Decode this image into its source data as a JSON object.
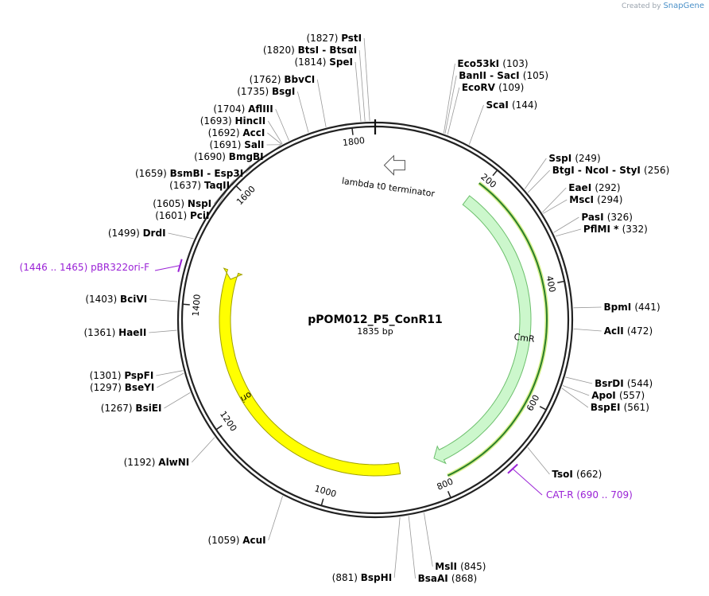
{
  "credit": {
    "prefix": "Created by",
    "brand": "SnapGene"
  },
  "plasmid": {
    "name": "pPOM012_P5_ConR11",
    "length_label": "1835 bp",
    "length": 1835
  },
  "ticks": [
    {
      "pos": 200,
      "label": "200"
    },
    {
      "pos": 400,
      "label": "400"
    },
    {
      "pos": 600,
      "label": "600"
    },
    {
      "pos": 800,
      "label": "800"
    },
    {
      "pos": 1000,
      "label": "1000"
    },
    {
      "pos": 1200,
      "label": "1200"
    },
    {
      "pos": 1400,
      "label": "1400"
    },
    {
      "pos": 1600,
      "label": "1600"
    },
    {
      "pos": 1800,
      "label": "1800"
    }
  ],
  "features": [
    {
      "name": "CmR",
      "start": 190,
      "end": 800,
      "direction": "forward",
      "color": "#ccf7cc"
    },
    {
      "name": "ori",
      "start": 870,
      "end": 1456,
      "direction": "reverse",
      "color": "#ffff00"
    },
    {
      "name": "lambda t0 terminator",
      "start": 40,
      "end": 5,
      "direction": "reverse",
      "color": "#ffffff"
    }
  ],
  "orfs": [
    {
      "start": 190,
      "end": 790,
      "color": "#2a7d2a"
    }
  ],
  "sites": [
    {
      "pos": 1827,
      "number": "(1827)",
      "name": "PstI",
      "side": "left"
    },
    {
      "pos": 1820,
      "number": "(1820)",
      "name": "BtsI  -  BtsαI",
      "side": "left"
    },
    {
      "pos": 1814,
      "number": "(1814)",
      "name": "SpeI",
      "side": "left"
    },
    {
      "pos": 1762,
      "number": "(1762)",
      "name": "BbvCI",
      "side": "left"
    },
    {
      "pos": 1735,
      "number": "(1735)",
      "name": "BsgI",
      "side": "left"
    },
    {
      "pos": 1704,
      "number": "(1704)",
      "name": "AflIII",
      "side": "left"
    },
    {
      "pos": 1693,
      "number": "(1693)",
      "name": "HincII",
      "side": "left"
    },
    {
      "pos": 1692,
      "number": "(1692)",
      "name": "AccI",
      "side": "left"
    },
    {
      "pos": 1691,
      "number": "(1691)",
      "name": "SalI",
      "side": "left"
    },
    {
      "pos": 1690,
      "number": "(1690)",
      "name": "BmgBI",
      "side": "left"
    },
    {
      "pos": 1659,
      "number": "(1659)",
      "name": "BsmBI  -  Esp3I",
      "side": "left"
    },
    {
      "pos": 1637,
      "number": "(1637)",
      "name": "TaqII",
      "side": "left"
    },
    {
      "pos": 1605,
      "number": "(1605)",
      "name": "NspI",
      "side": "left"
    },
    {
      "pos": 1601,
      "number": "(1601)",
      "name": "PciI",
      "side": "left"
    },
    {
      "pos": 1499,
      "number": "(1499)",
      "name": "DrdI",
      "side": "left"
    },
    {
      "pos": 1403,
      "number": "(1403)",
      "name": "BciVI",
      "side": "left"
    },
    {
      "pos": 1361,
      "number": "(1361)",
      "name": "HaeII",
      "side": "left"
    },
    {
      "pos": 1301,
      "number": "(1301)",
      "name": "PspFI",
      "side": "left"
    },
    {
      "pos": 1297,
      "number": "(1297)",
      "name": "BseYI",
      "side": "left"
    },
    {
      "pos": 1267,
      "number": "(1267)",
      "name": "BsiEI",
      "side": "left"
    },
    {
      "pos": 1192,
      "number": "(1192)",
      "name": "AlwNI",
      "side": "left"
    },
    {
      "pos": 1059,
      "number": "(1059)",
      "name": "AcuI",
      "side": "left"
    },
    {
      "pos": 881,
      "number": "(881)",
      "name": "BspHI",
      "side": "left"
    },
    {
      "pos": 103,
      "number": "(103)",
      "name": "Eco53kI",
      "side": "right"
    },
    {
      "pos": 105,
      "number": "(105)",
      "name": "BanII  -  SacI",
      "side": "right"
    },
    {
      "pos": 109,
      "number": "(109)",
      "name": "EcoRV",
      "side": "right"
    },
    {
      "pos": 144,
      "number": "(144)",
      "name": "ScaI",
      "side": "right"
    },
    {
      "pos": 249,
      "number": "(249)",
      "name": "SspI",
      "side": "right"
    },
    {
      "pos": 256,
      "number": "(256)",
      "name": "BtgI  -  NcoI  -  StyI",
      "side": "right"
    },
    {
      "pos": 292,
      "number": "(292)",
      "name": "EaeI",
      "side": "right"
    },
    {
      "pos": 294,
      "number": "(294)",
      "name": "MscI",
      "side": "right"
    },
    {
      "pos": 326,
      "number": "(326)",
      "name": "PasI",
      "side": "right"
    },
    {
      "pos": 332,
      "number": "(332)",
      "name": "PflMI *",
      "side": "right"
    },
    {
      "pos": 441,
      "number": "(441)",
      "name": "BpmI",
      "side": "right"
    },
    {
      "pos": 472,
      "number": "(472)",
      "name": "AclI",
      "side": "right"
    },
    {
      "pos": 544,
      "number": "(544)",
      "name": "BsrDI",
      "side": "right"
    },
    {
      "pos": 557,
      "number": "(557)",
      "name": "ApoI",
      "side": "right"
    },
    {
      "pos": 561,
      "number": "(561)",
      "name": "BspEI",
      "side": "right"
    },
    {
      "pos": 662,
      "number": "(662)",
      "name": "TsoI",
      "side": "right"
    },
    {
      "pos": 845,
      "number": "(845)",
      "name": "MslI",
      "side": "right"
    },
    {
      "pos": 868,
      "number": "(868)",
      "name": "BsaAI",
      "side": "right"
    }
  ],
  "primers": [
    {
      "start": 1446,
      "end": 1465,
      "range": "(1446 .. 1465)",
      "name": "pBR322ori-F",
      "side": "left",
      "color": "#9a22d6"
    },
    {
      "start": 690,
      "end": 709,
      "range": "(690 .. 709)",
      "name": "CAT-R",
      "side": "right",
      "color": "#9a22d6"
    }
  ]
}
